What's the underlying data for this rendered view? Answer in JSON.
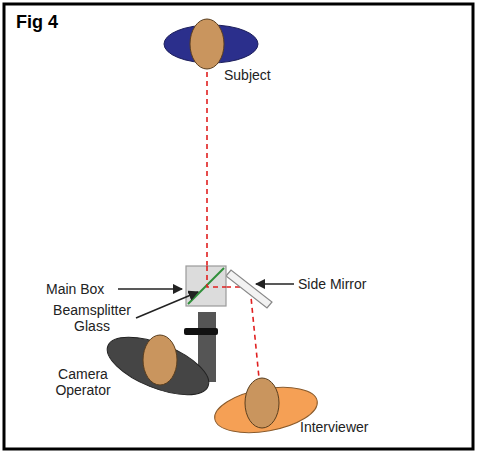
{
  "diagram": {
    "title": "Fig 4",
    "labels": [
      "Subject",
      "Main Box",
      "Beamsplitter Glass",
      "Side Mirror",
      "Camera Operator",
      "Interviewer"
    ]
  }
}
